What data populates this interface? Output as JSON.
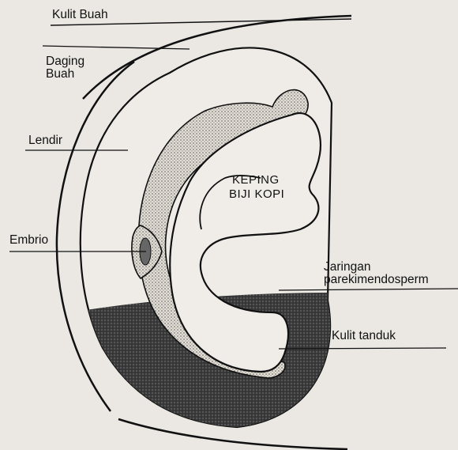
{
  "diagram": {
    "labels": {
      "kulit_buah": "Kulit Buah",
      "daging_buah_line1": "Daging",
      "daging_buah_line2": "Buah",
      "lendir": "Lendir",
      "embrio": "Embrio",
      "jaringan_line1": "Jaringan",
      "jaringan_line2": "parekimendosperm",
      "kulit_tanduk": "Kulit tanduk",
      "keping_line1": "KEPING",
      "keping_line2": "BIJI KOPI"
    },
    "colors": {
      "background": "#ebe8e3",
      "stroke": "#111111",
      "dark_fill": "#3a3a3a",
      "dotted_fill": "#d8d4cc"
    }
  }
}
